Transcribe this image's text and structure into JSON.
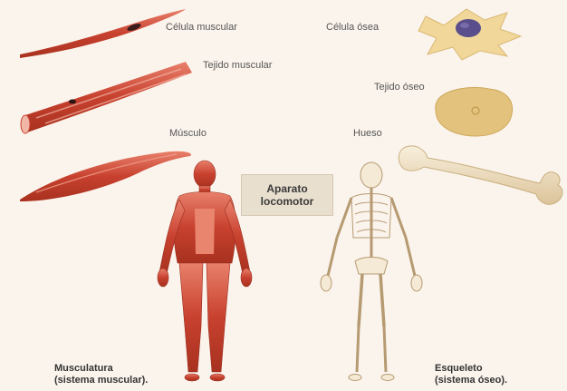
{
  "labels": {
    "muscle_cell": "Célula muscular",
    "muscle_tissue": "Tejido muscular",
    "muscle": "Músculo",
    "bone_cell": "Célula ósea",
    "bone_tissue": "Tejido óseo",
    "bone": "Hueso"
  },
  "center": {
    "line1": "Aparato",
    "line2": "locomotor"
  },
  "captions": {
    "musculature_line1": "Musculatura",
    "musculature_line2": "(sistema muscular).",
    "skeleton_line1": "Esqueleto",
    "skeleton_line2": "(sistema óseo)."
  },
  "colors": {
    "background": "#fbf4ec",
    "muscle_red": "#c8412f",
    "muscle_light": "#e4735f",
    "bone_cell": "#f2d79a",
    "nucleus": "#5a4f8c",
    "bone_tissue": "#e2c27c",
    "bone": "#f1e4c8"
  },
  "icons": [
    "muscle-cell-illustration",
    "muscle-tissue-illustration",
    "muscle-illustration",
    "bone-cell-illustration",
    "bone-tissue-illustration",
    "bone-illustration",
    "muscular-body-illustration",
    "skeleton-body-illustration"
  ]
}
